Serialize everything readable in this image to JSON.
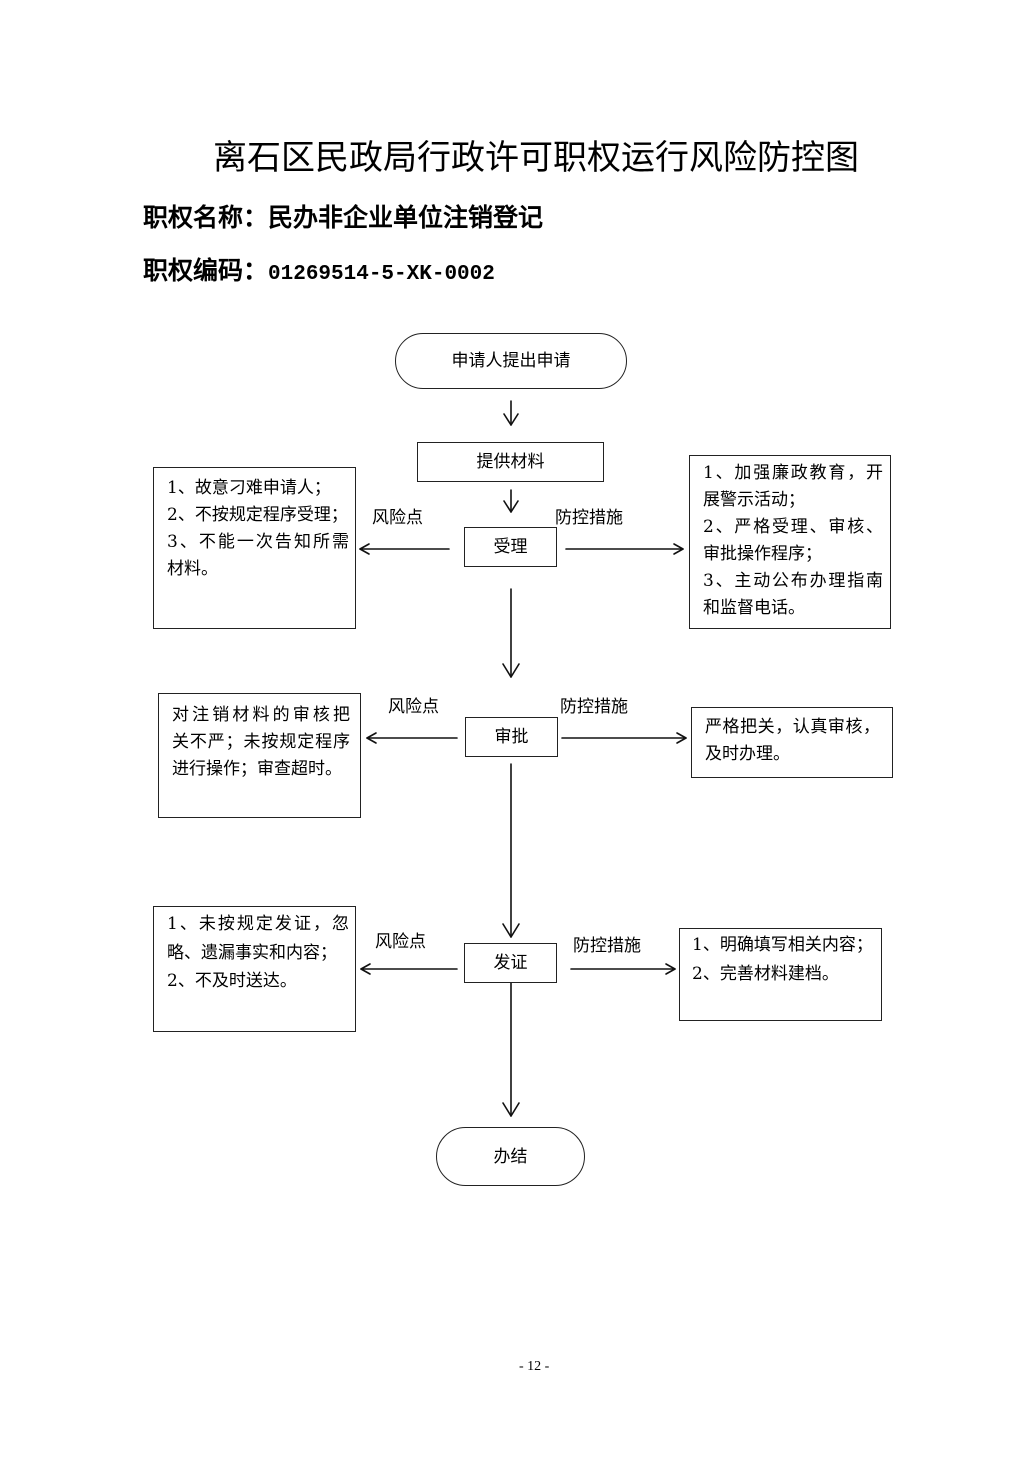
{
  "title": "离石区民政局行政许可职权运行风险防控图",
  "power_name": {
    "label": "职权名称：",
    "value": "民办非企业单位注销登记"
  },
  "power_code": {
    "label": "职权编码：",
    "value": "01269514-5-XK-0002"
  },
  "flow": {
    "start": "申请人提出申请",
    "submit": "提供材料",
    "stages": [
      {
        "name": "受理",
        "risk_label": "风险点",
        "measure_label": "防控措施",
        "risks": [
          [
            "1、故意刁难申请人；"
          ],
          [
            "2、不按规定程序受理；"
          ],
          [
            "3、不能一次告知所需",
            "材料。"
          ]
        ],
        "measures": [
          [
            "1、加强廉政教育，开",
            "展警示活动；"
          ],
          [
            "2、严格受理、审核、",
            "审批操作程序；"
          ],
          [
            "3、主动公布办理指南",
            "和监督电话。"
          ]
        ]
      },
      {
        "name": "审批",
        "risk_label": "风险点",
        "measure_label": "防控措施",
        "risks": [
          [
            "对注销材料的审核把",
            "关不严；未按规定程序",
            "进行操作；审查超时。"
          ]
        ],
        "measures": [
          [
            "严格把关，认真审核，",
            "及时办理。"
          ]
        ]
      },
      {
        "name": "发证",
        "risk_label": "风险点",
        "measure_label": "防控措施",
        "risks": [
          [
            "1、未按规定发证，忽",
            "略、遗漏事实和内容；"
          ],
          [
            "2、不及时送达。"
          ]
        ],
        "measures": [
          [
            "1、明确填写相关内容；"
          ],
          [
            "2、完善材料建档。"
          ]
        ]
      }
    ],
    "end": "办结"
  },
  "page_number": "- 12 -"
}
